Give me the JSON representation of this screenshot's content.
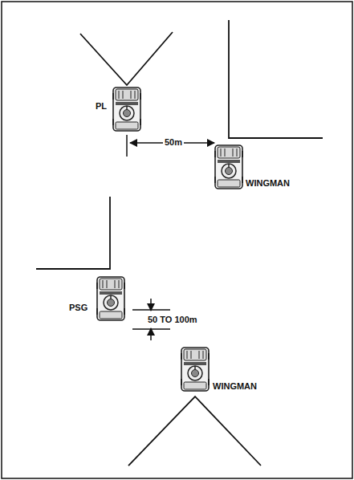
{
  "diagram": {
    "labels": [
      "PL",
      "50m",
      "WINGMAN",
      "PSG",
      "50 TO 100m",
      "WINGMAN"
    ]
  }
}
